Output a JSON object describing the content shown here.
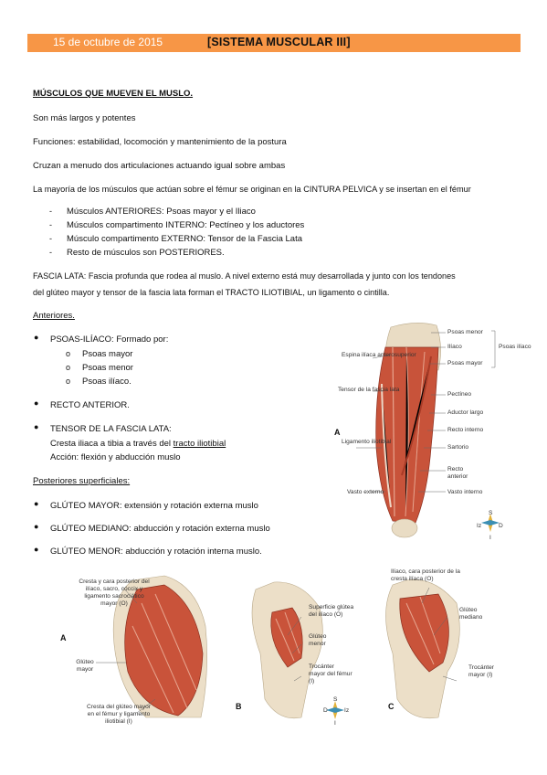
{
  "header": {
    "date": "15 de octubre de 2015",
    "title": "[SISTEMA MUSCULAR III]"
  },
  "section1": {
    "heading": "MÚSCULOS QUE MUEVEN EL MUSLO.",
    "p1": "Son más largos y potentes",
    "p2": "Funciones: estabilidad, locomoción y mantenimiento de la postura",
    "p3": "Cruzan a menudo dos articulaciones actuando igual sobre ambas",
    "p4": "La mayoría de los músculos  que actúan sobre el fémur se originan en la CINTURA PELVICA y se insertan en el fémur",
    "list": [
      "Músculos ANTERIORES: Psoas mayor y el Iliaco",
      "Músculos compartimento INTERNO: Pectíneo y los aductores",
      "Músculo compartimento EXTERNO: Tensor de la Fascia Lata",
      "Resto de músculos son POSTERIORES."
    ],
    "fascia1": "FASCIA LATA: Fascia profunda que rodea al muslo. A nivel externo está muy desarrollada y junto con los tendones",
    "fascia2": "del glúteo mayor y tensor de la fascia lata forman el TRACTO ILIOTIBIAL, un ligamento o cintilla."
  },
  "anteriores": {
    "heading": "Anteriores.",
    "psoas": "PSOAS-ILÍACO: Formado por:",
    "psoas_sub": [
      "Psoas mayor",
      "Psoas menor",
      "Psoas ilíaco."
    ],
    "recto": "RECTO ANTERIOR.",
    "tensor": "TENSOR DE LA FASCIA LATA:",
    "tensor_l1a": "Cresta iliaca a tibia a través del ",
    "tensor_l1b": "tracto iliotibial",
    "tensor_l2": "Acción: flexión y abducción muslo"
  },
  "posteriores": {
    "heading": "Posteriores superficiales:",
    "items": [
      "GLÚTEO MAYOR: extensión y rotación externa muslo",
      "GLÚTEO MEDIANO: abducción y rotación externa muslo",
      "GLÚTEO MENOR: abducción y rotación interna muslo."
    ]
  },
  "fig_thigh": {
    "letter": "A",
    "left_labels": [
      "Espina ilíaca anterosuperior",
      "Tensor de la fascia lata",
      "Ligamento iliotibial",
      "Vasto externo"
    ],
    "right_labels": [
      "Psoas menor",
      "Ilíaco",
      "Psoas mayor",
      "Pectíneo",
      "Aductor largo",
      "Recto interno",
      "Sartorio",
      "Recto anterior",
      "Vasto interno"
    ],
    "group_label": "Psoas ilíaco",
    "compass": {
      "s": "S",
      "iz": "Iz",
      "d": "D",
      "i": "I"
    }
  },
  "fig_gluteus": {
    "a": {
      "letter": "A",
      "labels": [
        "Cresta y cara posterior del ilíaco, sacro, cóccix y ligamento sacrociático mayor (O)",
        "Glúteo mayor",
        "Cresta del glúteo mayor en el fémur y ligamento iliotibial (I)"
      ]
    },
    "b": {
      "letter": "B",
      "labels": [
        "Superficie glútea del ilíaco (O)",
        "Glúteo menor",
        "Trocánter mayor del fémur (I)"
      ]
    },
    "c": {
      "letter": "C",
      "labels": [
        "Ilíaco, cara posterior de la cresta ilíaca (O)",
        "Glúteo mediano",
        "Trocánter mayor (I)"
      ]
    },
    "compass": {
      "s": "S",
      "d": "D",
      "iz": "Iz",
      "i": "I"
    }
  }
}
